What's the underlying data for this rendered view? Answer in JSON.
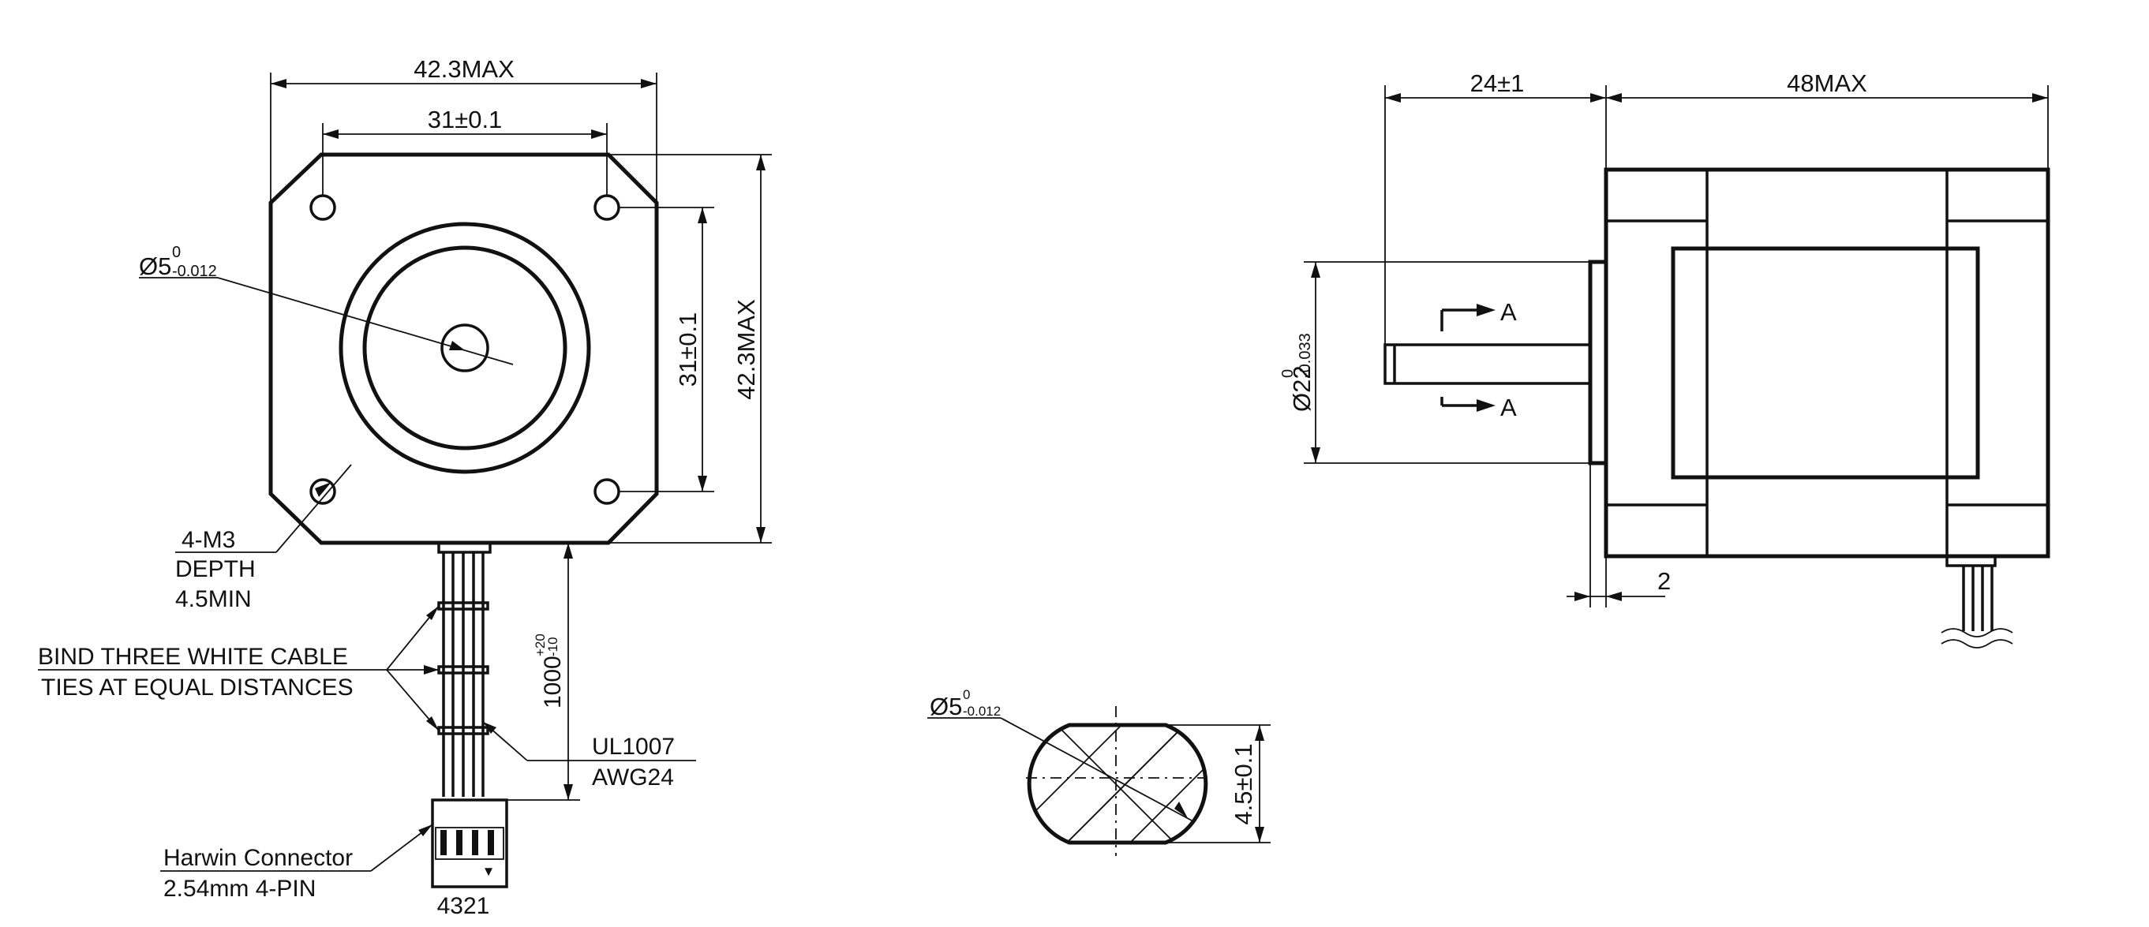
{
  "front_view": {
    "overall_width": "42.3MAX",
    "hole_spacing_h": "31±0.1",
    "hole_spacing_v": "31±0.1",
    "overall_height": "42.3MAX",
    "shaft_dia_base": "Ø5",
    "shaft_dia_upper": "0",
    "shaft_dia_lower": "-0.012",
    "mount_holes_line1": "4-M3",
    "mount_holes_line2": "DEPTH",
    "mount_holes_line3": "4.5MIN",
    "cable_ties_line1": "BIND THREE WHITE CABLE",
    "cable_ties_line2": "TIES AT EQUAL DISTANCES",
    "lead_length_base": "1000",
    "lead_length_upper": "+20",
    "lead_length_lower": "-10",
    "wire_line1": "UL1007",
    "wire_line2": "AWG24",
    "connector_line1": "Harwin Connector",
    "connector_line2": "2.54mm 4-PIN",
    "pin_order": "4321",
    "pin1_marker": "▼"
  },
  "side_view": {
    "shaft_length": "24±1",
    "body_length": "48MAX",
    "boss_dia_base": "Ø22",
    "boss_dia_upper": "0",
    "boss_dia_lower": "-0.033",
    "section_mark_top": "A",
    "section_mark_bottom": "A",
    "boss_height": "2"
  },
  "section_view": {
    "shaft_dia_base": "Ø5",
    "shaft_dia_upper": "0",
    "shaft_dia_lower": "-0.012",
    "flat_dimension": "4.5±0.1"
  }
}
